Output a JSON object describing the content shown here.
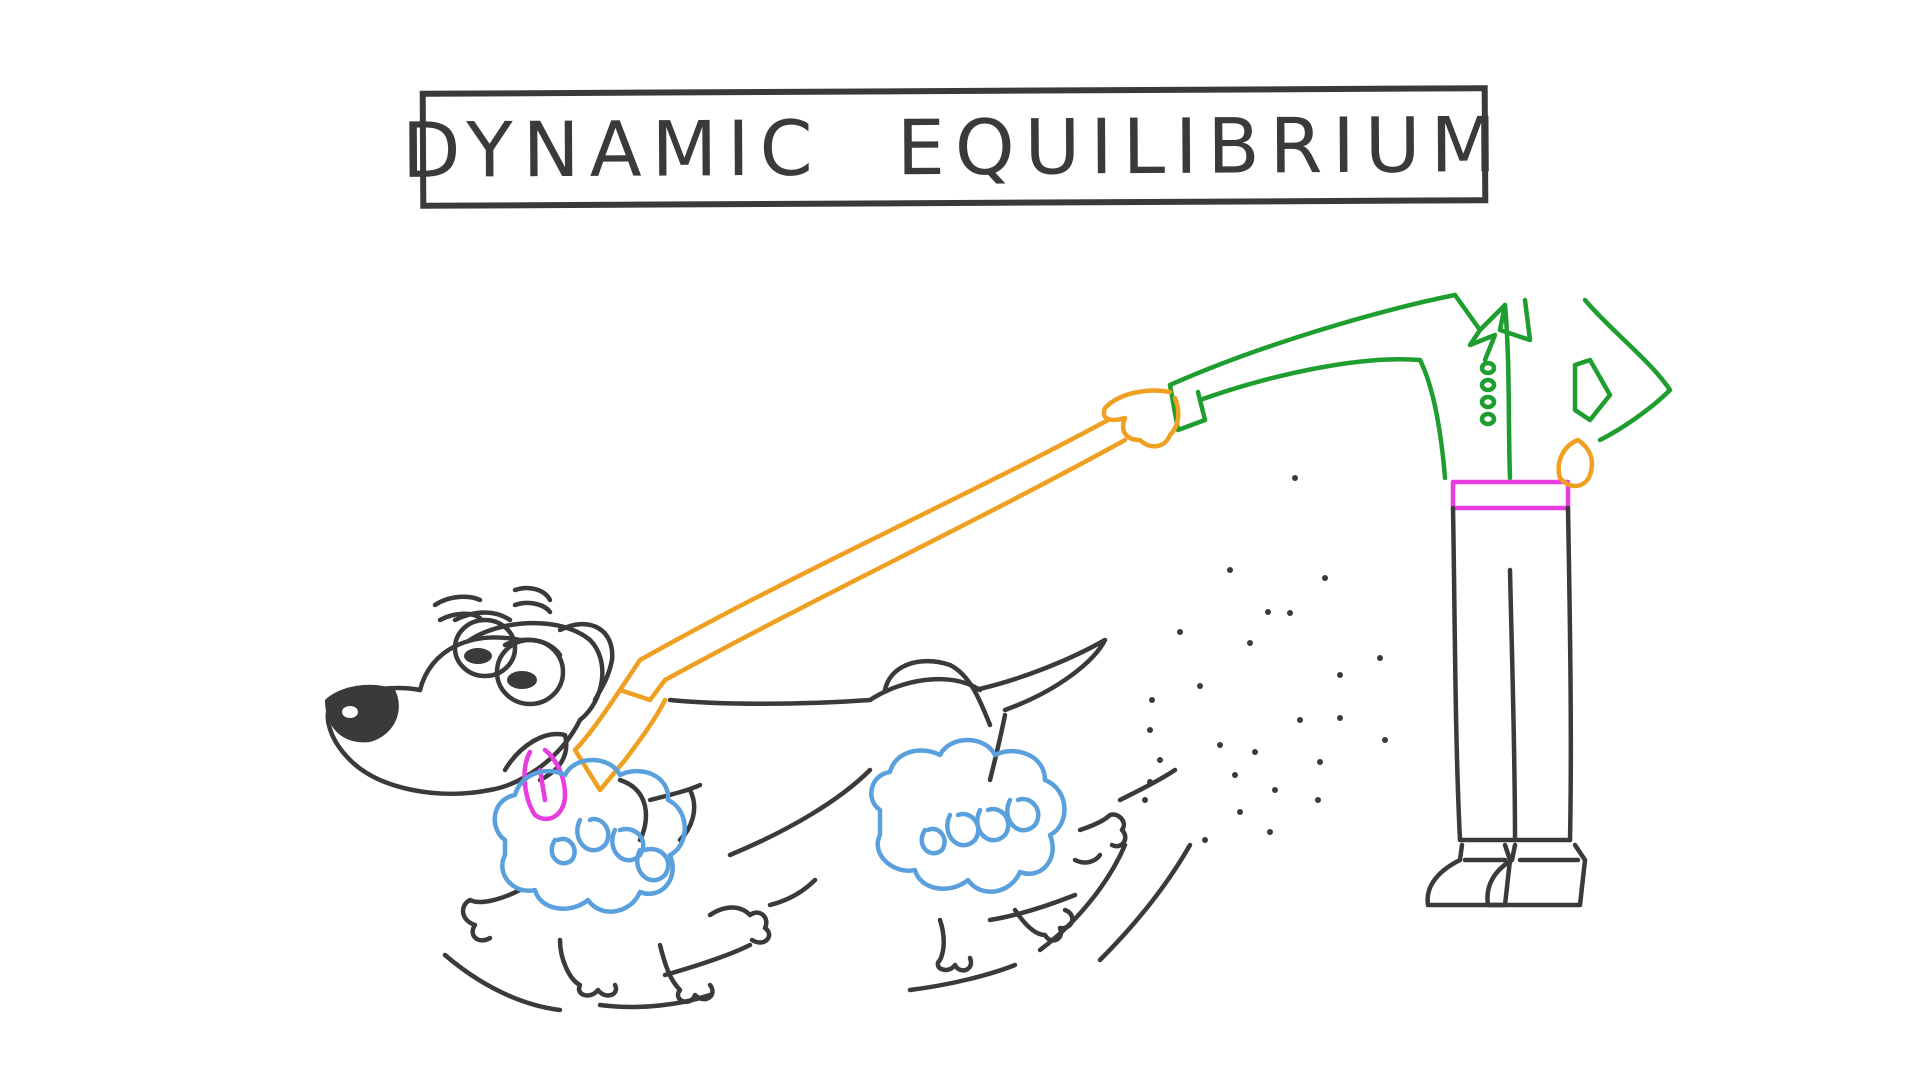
{
  "title": "DYNAMIC EQUILIBRIUM",
  "colors": {
    "ink": "#3a3a3a",
    "shirt": "#1e9e2e",
    "hand_and_leash": "#f0a020",
    "belt_and_tongue": "#e83ce0",
    "motion_clouds": "#5aa0dc",
    "background": "#ffffff"
  },
  "illustration": {
    "figures": [
      "man-figure",
      "dog-figure",
      "leash",
      "dust-cloud"
    ]
  }
}
